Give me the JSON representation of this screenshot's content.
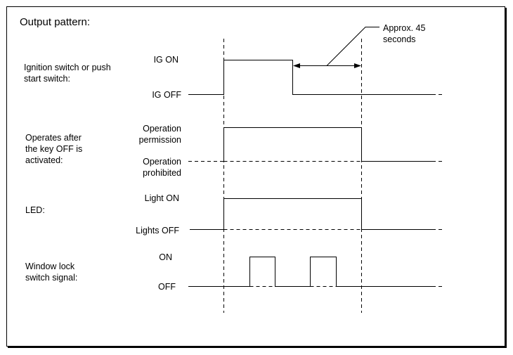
{
  "title": "Output pattern:",
  "annotation": "Approx. 45\nseconds",
  "rows": [
    {
      "label": "Ignition switch or push\nstart switch:",
      "high": "IG ON",
      "low": "IG OFF"
    },
    {
      "label": "Operates after\nthe key OFF is\nactivated:",
      "high": "Operation\npermission",
      "low": "Operation\nprohibited"
    },
    {
      "label": "LED:",
      "high": "Light ON",
      "low": "Lights OFF"
    },
    {
      "label": "Window lock\nswitch signal:",
      "high": "ON",
      "low": "OFF"
    }
  ],
  "colors": {
    "line": "#000000",
    "background": "#ffffff"
  }
}
